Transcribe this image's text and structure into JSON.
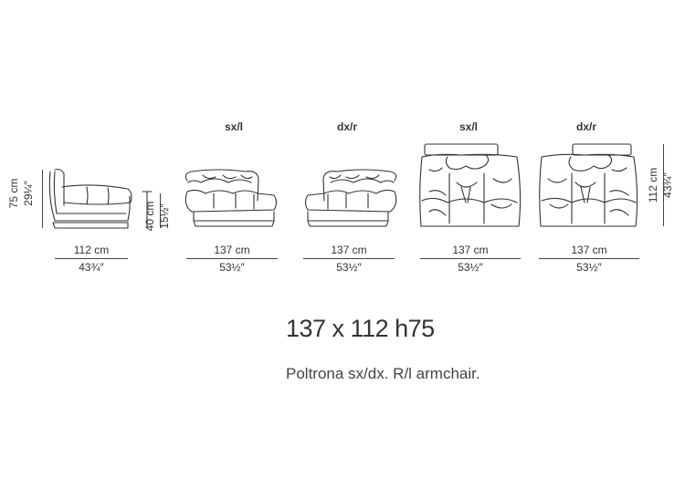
{
  "views": [
    {
      "label": "",
      "width_cm": "112 cm",
      "width_in": "43¾″"
    },
    {
      "label": "sx/l",
      "width_cm": "137 cm",
      "width_in": "53½″"
    },
    {
      "label": "dx/r",
      "width_cm": "137 cm",
      "width_in": "53½″"
    },
    {
      "label": "sx/l",
      "width_cm": "137 cm",
      "width_in": "53½″"
    },
    {
      "label": "dx/r",
      "width_cm": "137 cm",
      "width_in": "53½″"
    }
  ],
  "height_total": {
    "cm": "75 cm",
    "in": "29¼″"
  },
  "seat_height": {
    "cm": "40 cm",
    "in": "15½″"
  },
  "depth": {
    "cm": "112 cm",
    "in": "43¾″"
  },
  "title": "137 x 112 h75",
  "subtitle": "Poltrona sx/dx. R/l armchair."
}
